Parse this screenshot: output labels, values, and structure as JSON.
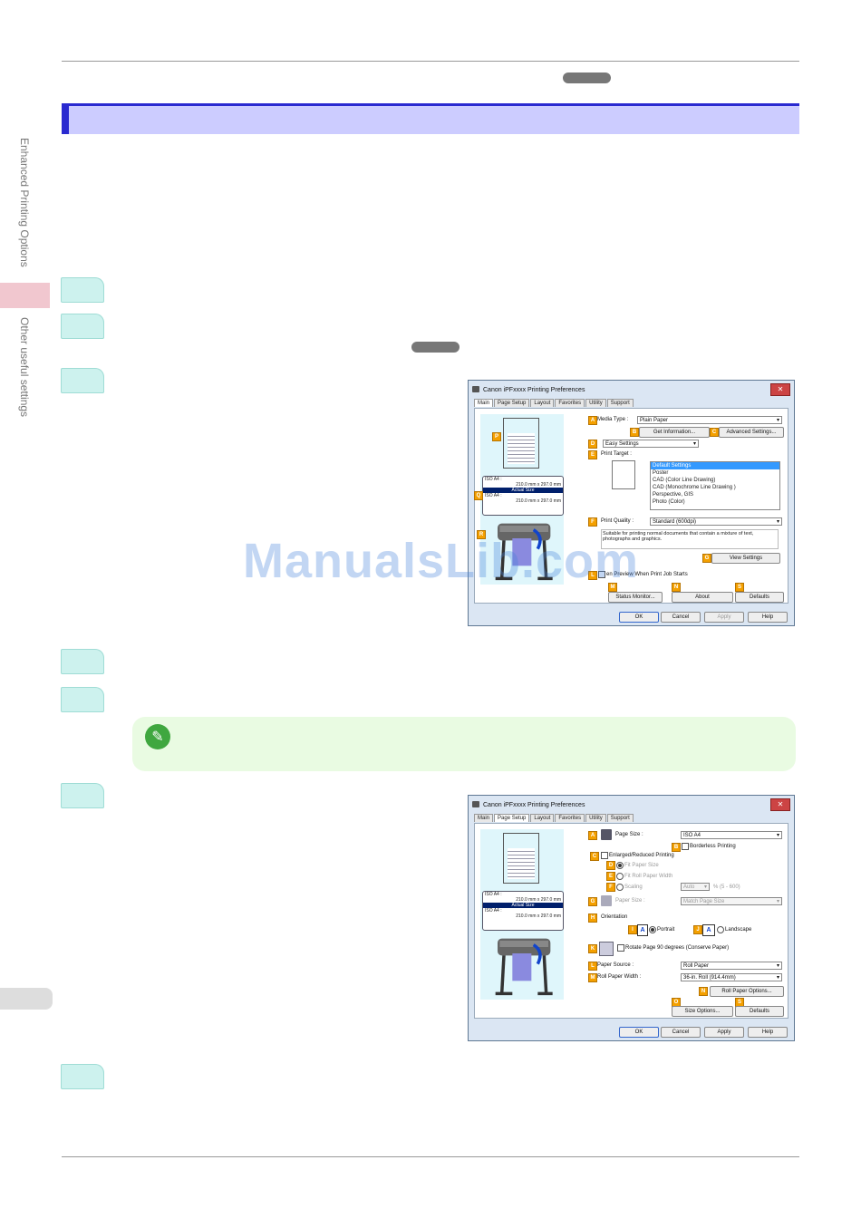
{
  "sidebar": {
    "label_1": "Enhanced Printing Options",
    "label_2": "Other useful settings"
  },
  "watermark": "ManualsLib.com",
  "dialog1": {
    "title": "Canon iPFxxxx Printing Preferences",
    "tabs": [
      "Main",
      "Page Setup",
      "Layout",
      "Favorites",
      "Utility",
      "Support"
    ],
    "size_top": "ISO A4 :",
    "size_top_dim": "210.0 mm x 297.0 mm",
    "size_mid": "Actual Size",
    "size_bot": "ISO A4 :",
    "size_bot_dim": "210.0 mm x 297.0 mm",
    "media_type_label": "Media Type :",
    "media_type_value": "Plain Paper",
    "get_info": "Get Information...",
    "advanced": "Advanced Settings...",
    "easy_settings": "Easy Settings",
    "print_target_label": "Print Target :",
    "print_targets": [
      "Default Settings",
      "Poster",
      "CAD (Color Line Drawing)",
      "CAD (Monochrome Line Drawing )",
      "Perspective, GIS",
      "Photo (Color)"
    ],
    "print_quality_label": "Print Quality :",
    "print_quality_value": "Standard (600dpi)",
    "description": "Suitable for printing normal documents that contain a mixture of text, photographs and graphics.",
    "view_settings": "View Settings",
    "preview_label": "en Preview When Print Job Starts",
    "status_monitor": "Status Monitor...",
    "about": "About",
    "defaults": "Defaults",
    "ok": "OK",
    "cancel": "Cancel",
    "apply": "Apply",
    "help": "Help",
    "badges": [
      "A",
      "B",
      "C",
      "D",
      "E",
      "F",
      "G",
      "L",
      "M",
      "N",
      "S",
      "P",
      "Q",
      "R"
    ]
  },
  "dialog2": {
    "title": "Canon iPFxxxx Printing Preferences",
    "tabs": [
      "Main",
      "Page Setup",
      "Layout",
      "Favorites",
      "Utility",
      "Support"
    ],
    "size_top": "ISO A4 :",
    "size_top_dim": "210.0 mm x 297.0 mm",
    "size_mid": "Actual Size",
    "size_bot": "ISO A4 :",
    "size_bot_dim": "210.0 mm x 297.0 mm",
    "page_size_label": "Page Size :",
    "page_size_value": "ISO A4",
    "borderless": "Borderless Printing",
    "enlarged": "Enlarged/Reduced Printing",
    "fit_paper": "Fit Paper Size",
    "fit_roll": "Fit Roll Paper Width",
    "scaling": "Scaling",
    "scaling_value": "Auto",
    "scaling_range": "% (5 - 600)",
    "paper_size_label": "Paper Size :",
    "paper_size_value": "Match Page Size",
    "orientation": "Orientation",
    "portrait": "Portrait",
    "landscape": "Landscape",
    "rotate": "Rotate Page 90 degrees (Conserve Paper)",
    "paper_source_label": "Paper Source :",
    "paper_source_value": "Roll Paper",
    "roll_width_label": "Roll Paper Width :",
    "roll_width_value": "36-in. Roll (914.4mm)",
    "roll_options": "Roll Paper Options...",
    "size_options": "Size Options...",
    "defaults": "Defaults",
    "ok": "OK",
    "cancel": "Cancel",
    "apply": "Apply",
    "help": "Help",
    "badges": [
      "A",
      "B",
      "C",
      "D",
      "E",
      "F",
      "G",
      "H",
      "I",
      "J",
      "K",
      "L",
      "M",
      "N",
      "O",
      "S"
    ]
  }
}
